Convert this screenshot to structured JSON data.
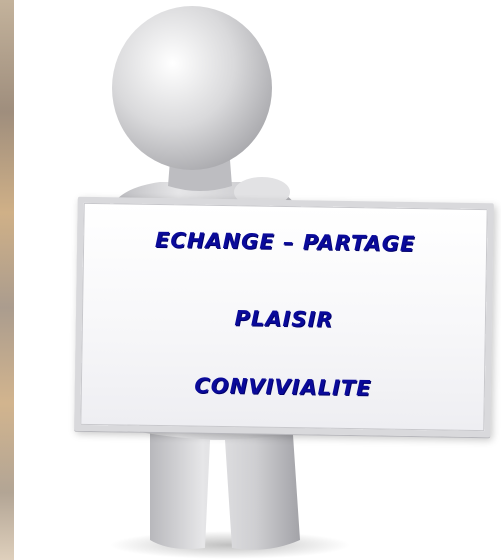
{
  "board": {
    "lines": [
      "ECHANGE – PARTAGE",
      "PLAISIR",
      "CONVIVIALITE"
    ],
    "text_color": "#0a0a9a"
  },
  "colors": {
    "figure": "#d4d4d6",
    "board_border": "#d9d9dc",
    "background": "#ffffff"
  }
}
